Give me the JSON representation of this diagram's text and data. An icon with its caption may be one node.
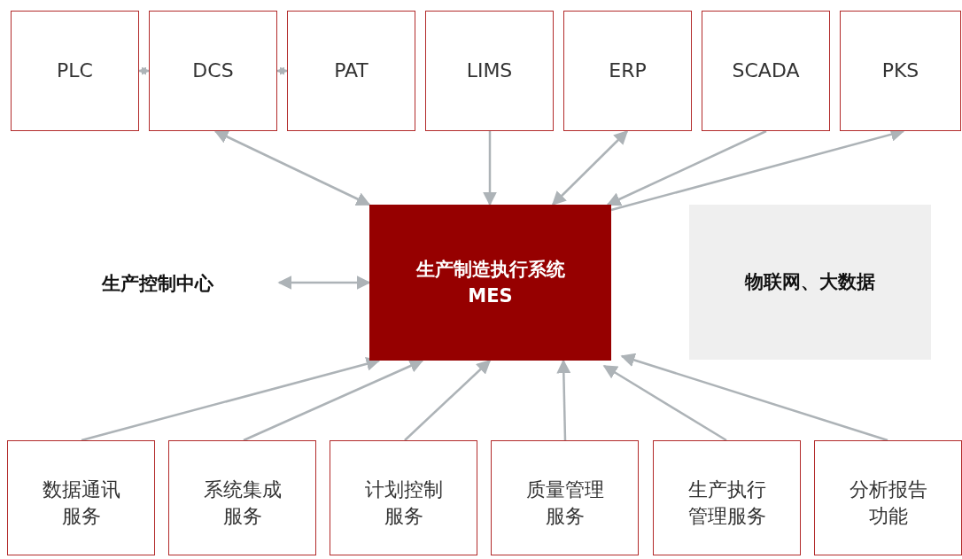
{
  "diagram": {
    "nodes": [
      {
        "text": [
          "PLC"
        ]
      },
      {
        "text": [
          "DCS"
        ]
      },
      {
        "text": [
          "PAT"
        ]
      },
      {
        "text": [
          "LIMS"
        ]
      },
      {
        "text": [
          "ERP"
        ]
      },
      {
        "text": [
          "SCADA"
        ]
      },
      {
        "text": [
          "PKS"
        ]
      },
      {
        "text": [
          "生产控制中心"
        ]
      },
      {
        "text": [
          "生产制造执行系统",
          "MES"
        ]
      },
      {
        "text": [
          "物联网、大数据"
        ]
      },
      {
        "text": [
          "数据通讯服务"
        ]
      },
      {
        "text": [
          "系统集成服务"
        ]
      },
      {
        "text": [
          "计划控制服务"
        ]
      },
      {
        "text": [
          "质量管理服务"
        ]
      },
      {
        "text": [
          "生产执行管理服务"
        ]
      },
      {
        "text": [
          "分析报告功能"
        ]
      }
    ],
    "edges": [
      {
        "from": 0,
        "to": 1,
        "arrow": "both"
      },
      {
        "from": 1,
        "to": 2,
        "arrow": "both"
      },
      {
        "from": 1,
        "to": 8,
        "arrow": "both"
      },
      {
        "from": 3,
        "to": 8,
        "arrow": "to"
      },
      {
        "from": 4,
        "to": 8,
        "arrow": "both"
      },
      {
        "from": 5,
        "to": 8,
        "arrow": "to"
      },
      {
        "from": 8,
        "to": 6,
        "arrow": "to"
      },
      {
        "from": 7,
        "to": 8,
        "arrow": "both"
      },
      {
        "from": 10,
        "to": 8,
        "arrow": "to"
      },
      {
        "from": 11,
        "to": 8,
        "arrow": "to"
      },
      {
        "from": 12,
        "to": 8,
        "arrow": "to"
      },
      {
        "from": 13,
        "to": 8,
        "arrow": "to"
      },
      {
        "from": 14,
        "to": 8,
        "arrow": "to"
      },
      {
        "from": 15,
        "to": 8,
        "arrow": "to"
      }
    ]
  }
}
